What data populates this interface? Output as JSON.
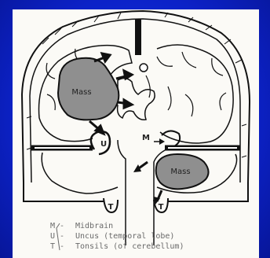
{
  "diagram": {
    "labels": {
      "mass_upper": "Mass",
      "mass_lower": "Mass",
      "marker_u": "U",
      "marker_m": "M",
      "tonsil_left": "T",
      "tonsil_right": "T"
    },
    "legend": [
      {
        "key": "M",
        "text": "Midbrain"
      },
      {
        "key": "U",
        "text": "Uncus (temporal lobe)"
      },
      {
        "key": "T",
        "text": "Tonsils (of cerebellum)"
      }
    ]
  },
  "colors": {
    "background": "#0b1fc4",
    "panel": "#fbfaf6",
    "mass_fill": "#8f8f8f",
    "ink": "#111111"
  }
}
